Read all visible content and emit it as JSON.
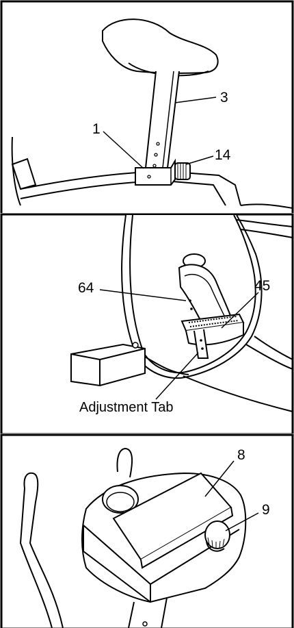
{
  "panels": [
    {
      "callouts": [
        {
          "id": "1",
          "text": "1"
        },
        {
          "id": "3",
          "text": "3"
        },
        {
          "id": "14",
          "text": "14"
        }
      ]
    },
    {
      "callouts": [
        {
          "id": "64",
          "text": "64"
        },
        {
          "id": "45",
          "text": "45"
        },
        {
          "id": "adjustment-tab",
          "text": "Adjustment Tab"
        }
      ]
    },
    {
      "callouts": [
        {
          "id": "8",
          "text": "8"
        },
        {
          "id": "9",
          "text": "9"
        }
      ]
    }
  ]
}
